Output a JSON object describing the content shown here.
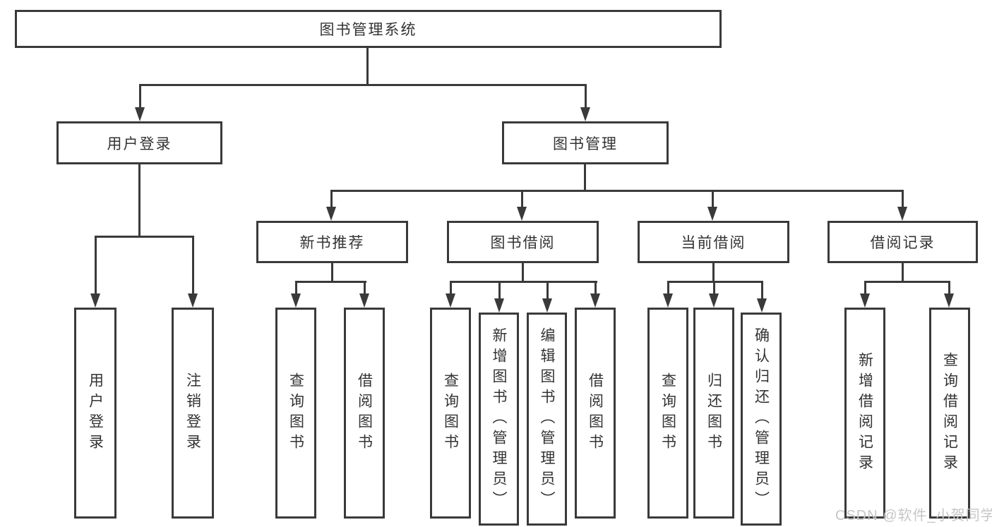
{
  "diagram_title": "图书管理系统",
  "tree": {
    "label": "图书管理系统",
    "children": [
      {
        "label": "用户登录",
        "children": [
          {
            "label": "用户登录"
          },
          {
            "label": "注销登录"
          }
        ]
      },
      {
        "label": "图书管理",
        "children": [
          {
            "label": "新书推荐",
            "children": [
              {
                "label": "查询图书"
              },
              {
                "label": "借阅图书"
              }
            ]
          },
          {
            "label": "图书借阅",
            "children": [
              {
                "label": "查询图书"
              },
              {
                "label": "新增图书（管理员）"
              },
              {
                "label": "编辑图书（管理员）"
              },
              {
                "label": "借阅图书"
              }
            ]
          },
          {
            "label": "当前借阅",
            "children": [
              {
                "label": "查询图书"
              },
              {
                "label": "归还图书"
              },
              {
                "label": "确认归还（管理员）"
              }
            ]
          },
          {
            "label": "借阅记录",
            "children": [
              {
                "label": "新增借阅记录"
              },
              {
                "label": "查询借阅记录"
              }
            ]
          }
        ]
      }
    ]
  },
  "watermark": "CSDN @软件_小贺同学",
  "colors": {
    "line": "#3a3a3a",
    "text": "#333333",
    "background": "#ffffff",
    "watermark": "#c6c6c6"
  }
}
